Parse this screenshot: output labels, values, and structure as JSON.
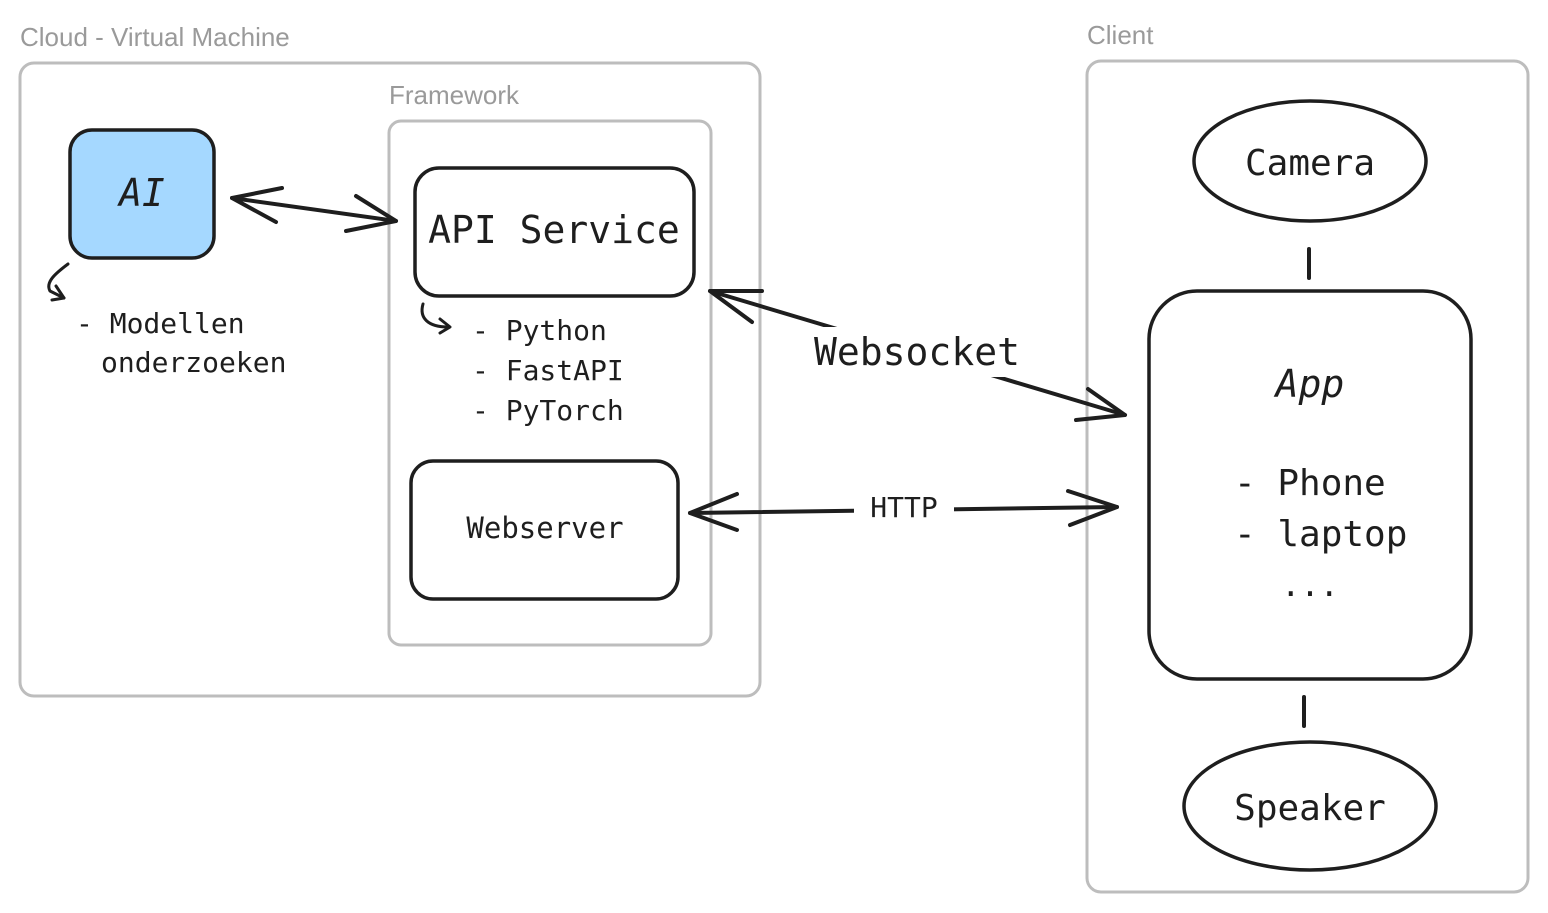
{
  "groups": {
    "cloud": "Cloud - Virtual Machine",
    "framework": "Framework",
    "client": "Client"
  },
  "nodes": {
    "ai": "AI",
    "api_service": "API Service",
    "webserver": "Webserver",
    "camera": "Camera",
    "app": "App",
    "speaker": "Speaker"
  },
  "notes": {
    "ai": [
      "- Modellen",
      "onderzoeken"
    ],
    "api_service": [
      "- Python",
      "- FastAPI",
      "- PyTorch"
    ],
    "app": [
      "- Phone",
      "- laptop",
      "..."
    ]
  },
  "connections": {
    "websocket": "Websocket",
    "http": "HTTP"
  },
  "colors": {
    "ai_fill": "#a5d8ff",
    "frame_stroke": "#bdbdbd",
    "ink": "#1e1e1e",
    "label_gray": "#9a9a9a"
  }
}
